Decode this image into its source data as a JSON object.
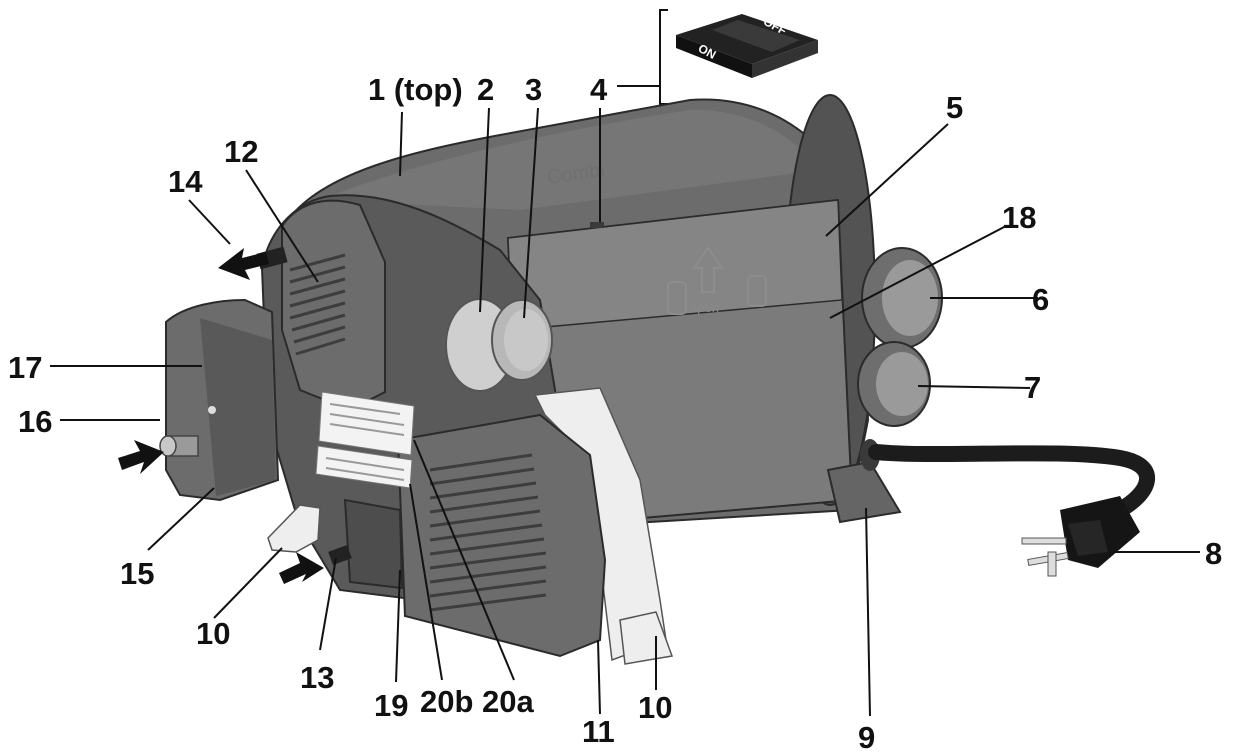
{
  "switch_inset": {
    "on_text": "ON",
    "off_text": "OFF"
  },
  "device_markings": {
    "brand": "Combi",
    "door_text": "open"
  },
  "callouts": [
    {
      "id": "1-top",
      "text": "1 (top)"
    },
    {
      "id": "2",
      "text": "2"
    },
    {
      "id": "3",
      "text": "3"
    },
    {
      "id": "4",
      "text": "4"
    },
    {
      "id": "5",
      "text": "5"
    },
    {
      "id": "6",
      "text": "6"
    },
    {
      "id": "7",
      "text": "7"
    },
    {
      "id": "8",
      "text": "8"
    },
    {
      "id": "9",
      "text": "9"
    },
    {
      "id": "10-left",
      "text": "10"
    },
    {
      "id": "10-right",
      "text": "10"
    },
    {
      "id": "11",
      "text": "11"
    },
    {
      "id": "12",
      "text": "12"
    },
    {
      "id": "13",
      "text": "13"
    },
    {
      "id": "14",
      "text": "14"
    },
    {
      "id": "15",
      "text": "15"
    },
    {
      "id": "16",
      "text": "16"
    },
    {
      "id": "17",
      "text": "17"
    },
    {
      "id": "18",
      "text": "18"
    },
    {
      "id": "19",
      "text": "19"
    },
    {
      "id": "20a",
      "text": "20a"
    },
    {
      "id": "20b",
      "text": "20b"
    }
  ]
}
